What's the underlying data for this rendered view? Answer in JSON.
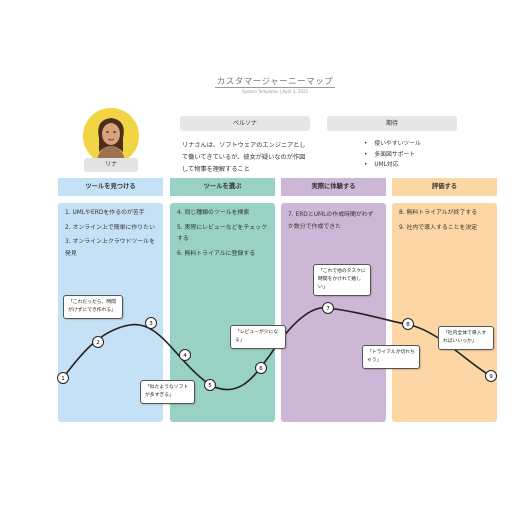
{
  "header": {
    "title": "カスタマージャーニーマップ",
    "subtitle": "System Templates | April 3, 2022"
  },
  "persona_card": {
    "name": "リナ"
  },
  "persona": {
    "label": "ペルソナ",
    "description": "リナさんは、ソフトウェアのエンジニアとして働いてきているが、彼女が疑いなのが作図して物事を理解すること"
  },
  "expectation": {
    "label": "期待",
    "items": [
      "使いやすいツール",
      "多面図サポート",
      "UML対応"
    ]
  },
  "stages": [
    {
      "title": "ツールを見つける",
      "color": "#c5e1f5",
      "header_color": "#c5e1f5",
      "items": [
        "1. UMLやERDを作るのが苦手",
        "2. オンライン上で簡単に作りたい",
        "3. オンライン上クラウドツールを発見"
      ]
    },
    {
      "title": "ツールを選ぶ",
      "color": "#99d1c4",
      "header_color": "#99d1c4",
      "items": [
        "4. 同じ種類のツールを検索",
        "5. 実際にレビューなどをチェックする",
        "6. 無料トライアルに登録する"
      ]
    },
    {
      "title": "実際に体験する",
      "color": "#ccb8d6",
      "header_color": "#ccb8d6",
      "items": [
        "7. ERDとUMLの作成時間がわずか数分で作成できた"
      ]
    },
    {
      "title": "評価する",
      "color": "#fcd6a4",
      "header_color": "#fcd6a4",
      "items": [
        "8. 無料トライアルが終了する",
        "9. 社内で導入することを決定"
      ]
    }
  ],
  "journey_points": [
    "1",
    "2",
    "3",
    "4",
    "5",
    "6",
    "7",
    "8",
    "9"
  ],
  "bubbles": [
    "「これだったら、時間がけずにでき作れる」",
    "「似たようなソフトが多すぎる」",
    "「レビューが少になる」",
    "「これで他のタスクに時間をかけれて嬉しい」",
    "「トライアルが切れちゃう」",
    "「社内全体で導入すればいいっか」"
  ]
}
